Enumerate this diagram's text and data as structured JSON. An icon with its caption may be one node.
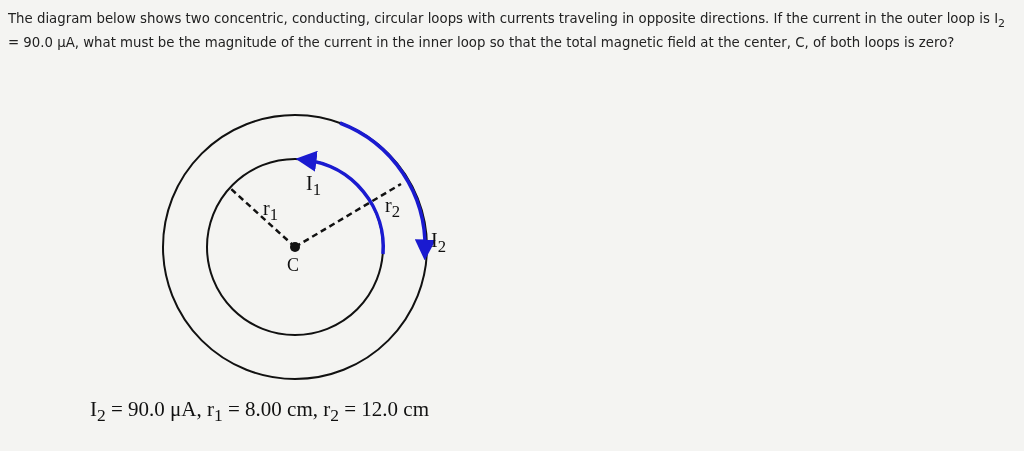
{
  "diagram": {
    "title": "The diagram below shows two concentric, conducting, circular loops with currents traveling in opposite directions. If the current in the outer loop is I$_{2}$ = 90.0 μA, what must be the magnitude of the current in the inner loop so that the total magnetic field at the center, C, of both loops is zero?",
    "labels": [
      "I$_{1}$",
      "r$_{1}$",
      "r$_{2}$",
      "I$_{2}$",
      "C",
      "I$_{2}$ = 90.0 μA, r$_{1}$ = 8.00 cm,  r$_{2}$ = 12.0 cm"
    ]
  }
}
